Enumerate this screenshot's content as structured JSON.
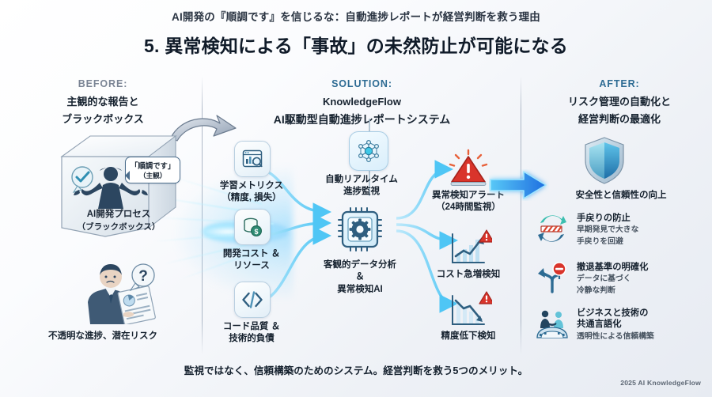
{
  "title": {
    "subtitle": "AI開発の『順調です』を信じるな：自動進捗レポートが経営判断を救う理由",
    "main": "5. 異常検知による「事故」の未然防止が可能になる"
  },
  "columns": {
    "before": {
      "kicker": "BEFORE:",
      "headline_line1": "主観的な報告と",
      "headline_line2": "ブラックボックス",
      "box": {
        "label_line1": "AI開発プロセス",
        "label_line2": "（ブラックボックス）",
        "bubble_line1": "「順調です」",
        "bubble_line2": "（主観）",
        "check_icon": "check-circle-icon",
        "worker_icon": "shrugging-worker-icon",
        "box_icon": "black-box-cube-icon"
      },
      "person_icon": "confused-manager-with-report-icon",
      "caption": "不透明な進捗、潜在リスク"
    },
    "solution": {
      "kicker": "SOLUTION:",
      "brand": "KnowledgeFlow",
      "headline": "AI駆動型自動進捗レポートシステム",
      "inputs": [
        {
          "icon": "metrics-dashboard-icon",
          "label_line1": "学習メトリクス",
          "label_line2": "（精度, 損失）"
        },
        {
          "icon": "cost-database-dollar-icon",
          "label_line1": "開発コスト ＆",
          "label_line2": "リソース"
        },
        {
          "icon": "code-quality-icon",
          "label_line1": "コード品質 ＆",
          "label_line2": "技術的負債"
        }
      ],
      "monitor": {
        "icon": "network-nodes-icon",
        "label_line1": "自動リアルタイム",
        "label_line2": "進捗監視"
      },
      "engine": {
        "icon": "cpu-gear-chip-icon",
        "label_line1": "客観的データ分析",
        "label_line2": "＆",
        "label_line3": "異常検知AI"
      },
      "outputs": [
        {
          "icon": "warning-triangle-alert-icon",
          "label_line1": "異常検知アラート",
          "label_line2": "（24時間監視）"
        },
        {
          "icon": "cost-spike-chart-icon",
          "label_line1": "コスト急増検知",
          "label_line2": ""
        },
        {
          "icon": "accuracy-drop-chart-icon",
          "label_line1": "精度低下検知",
          "label_line2": ""
        }
      ]
    },
    "after": {
      "kicker": "AFTER:",
      "headline_line1": "リスク管理の自動化と",
      "headline_line2": "経営判断の最適化",
      "shield_icon": "shield-icon",
      "shield_caption": "安全性と信頼性の向上",
      "benefits": [
        {
          "icon": "rework-prevention-cycle-icon",
          "title": "手戻りの防止",
          "desc_line1": "早期発見で大きな",
          "desc_line2": "手戻りを回避"
        },
        {
          "icon": "stop-sign-fork-road-icon",
          "title": "撤退基準の明確化",
          "desc_line1": "データに基づく",
          "desc_line2": "冷静な判断"
        },
        {
          "icon": "handshake-bridge-icon",
          "title_line1": "ビジネスと技術の",
          "title_line2": "共通言語化",
          "desc_line1": "透明性による信頼構築",
          "desc_line2": ""
        }
      ]
    }
  },
  "transition_arrow_icon": "curved-gray-arrow-icon",
  "result_arrow_icon": "blue-glowing-arrow-icon",
  "footer": {
    "tagline": "監視ではなく、信頼構築のためのシステム。経営判断を救う5つのメリット。",
    "credit": "2025 AI KnowledgeFlow"
  },
  "colors": {
    "accent_blue": "#2d6b93",
    "cyan": "#35c6f4",
    "alert_red": "#d9342b",
    "ink": "#16222f",
    "muted": "#7a8494"
  }
}
